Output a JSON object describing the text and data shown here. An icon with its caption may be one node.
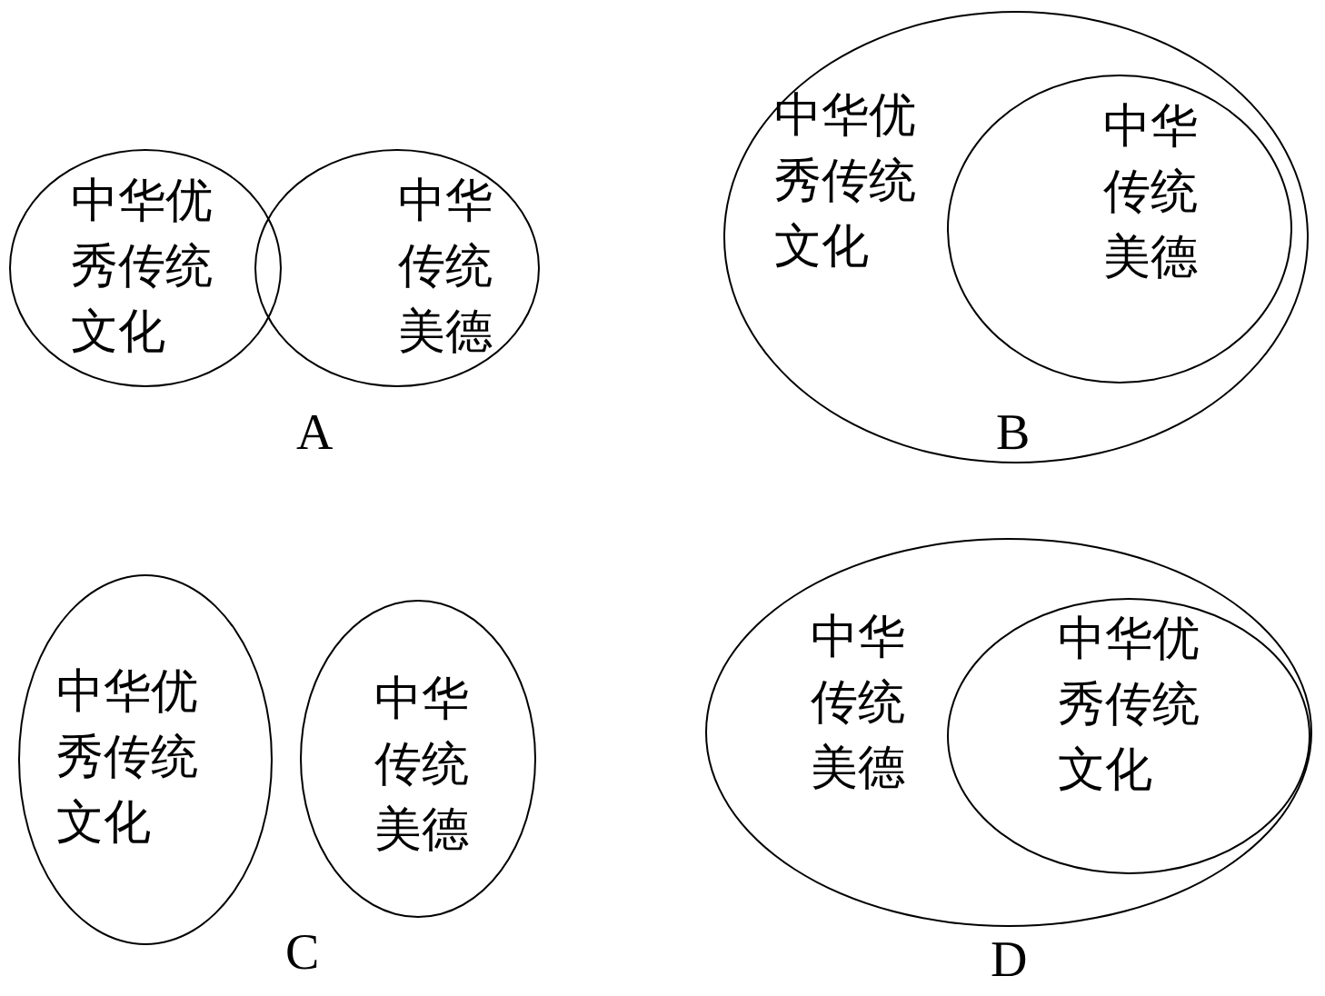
{
  "diagram": {
    "nodes": [
      {
        "text": [
          "中华优秀传统文化"
        ]
      },
      {
        "text": [
          "中华传统美德"
        ]
      },
      {
        "text": [
          "中华优秀传统文化"
        ]
      },
      {
        "text": [
          "中华传统美德"
        ],
        "in": 2
      },
      {
        "text": [
          "中华优秀传统文化"
        ]
      },
      {
        "text": [
          "中华传统美德"
        ]
      },
      {
        "text": [
          "中华传统美德"
        ]
      },
      {
        "text": [
          "中华优秀传统文化"
        ],
        "in": 6
      }
    ],
    "labels": [
      "A",
      "B",
      "C",
      "D"
    ]
  }
}
